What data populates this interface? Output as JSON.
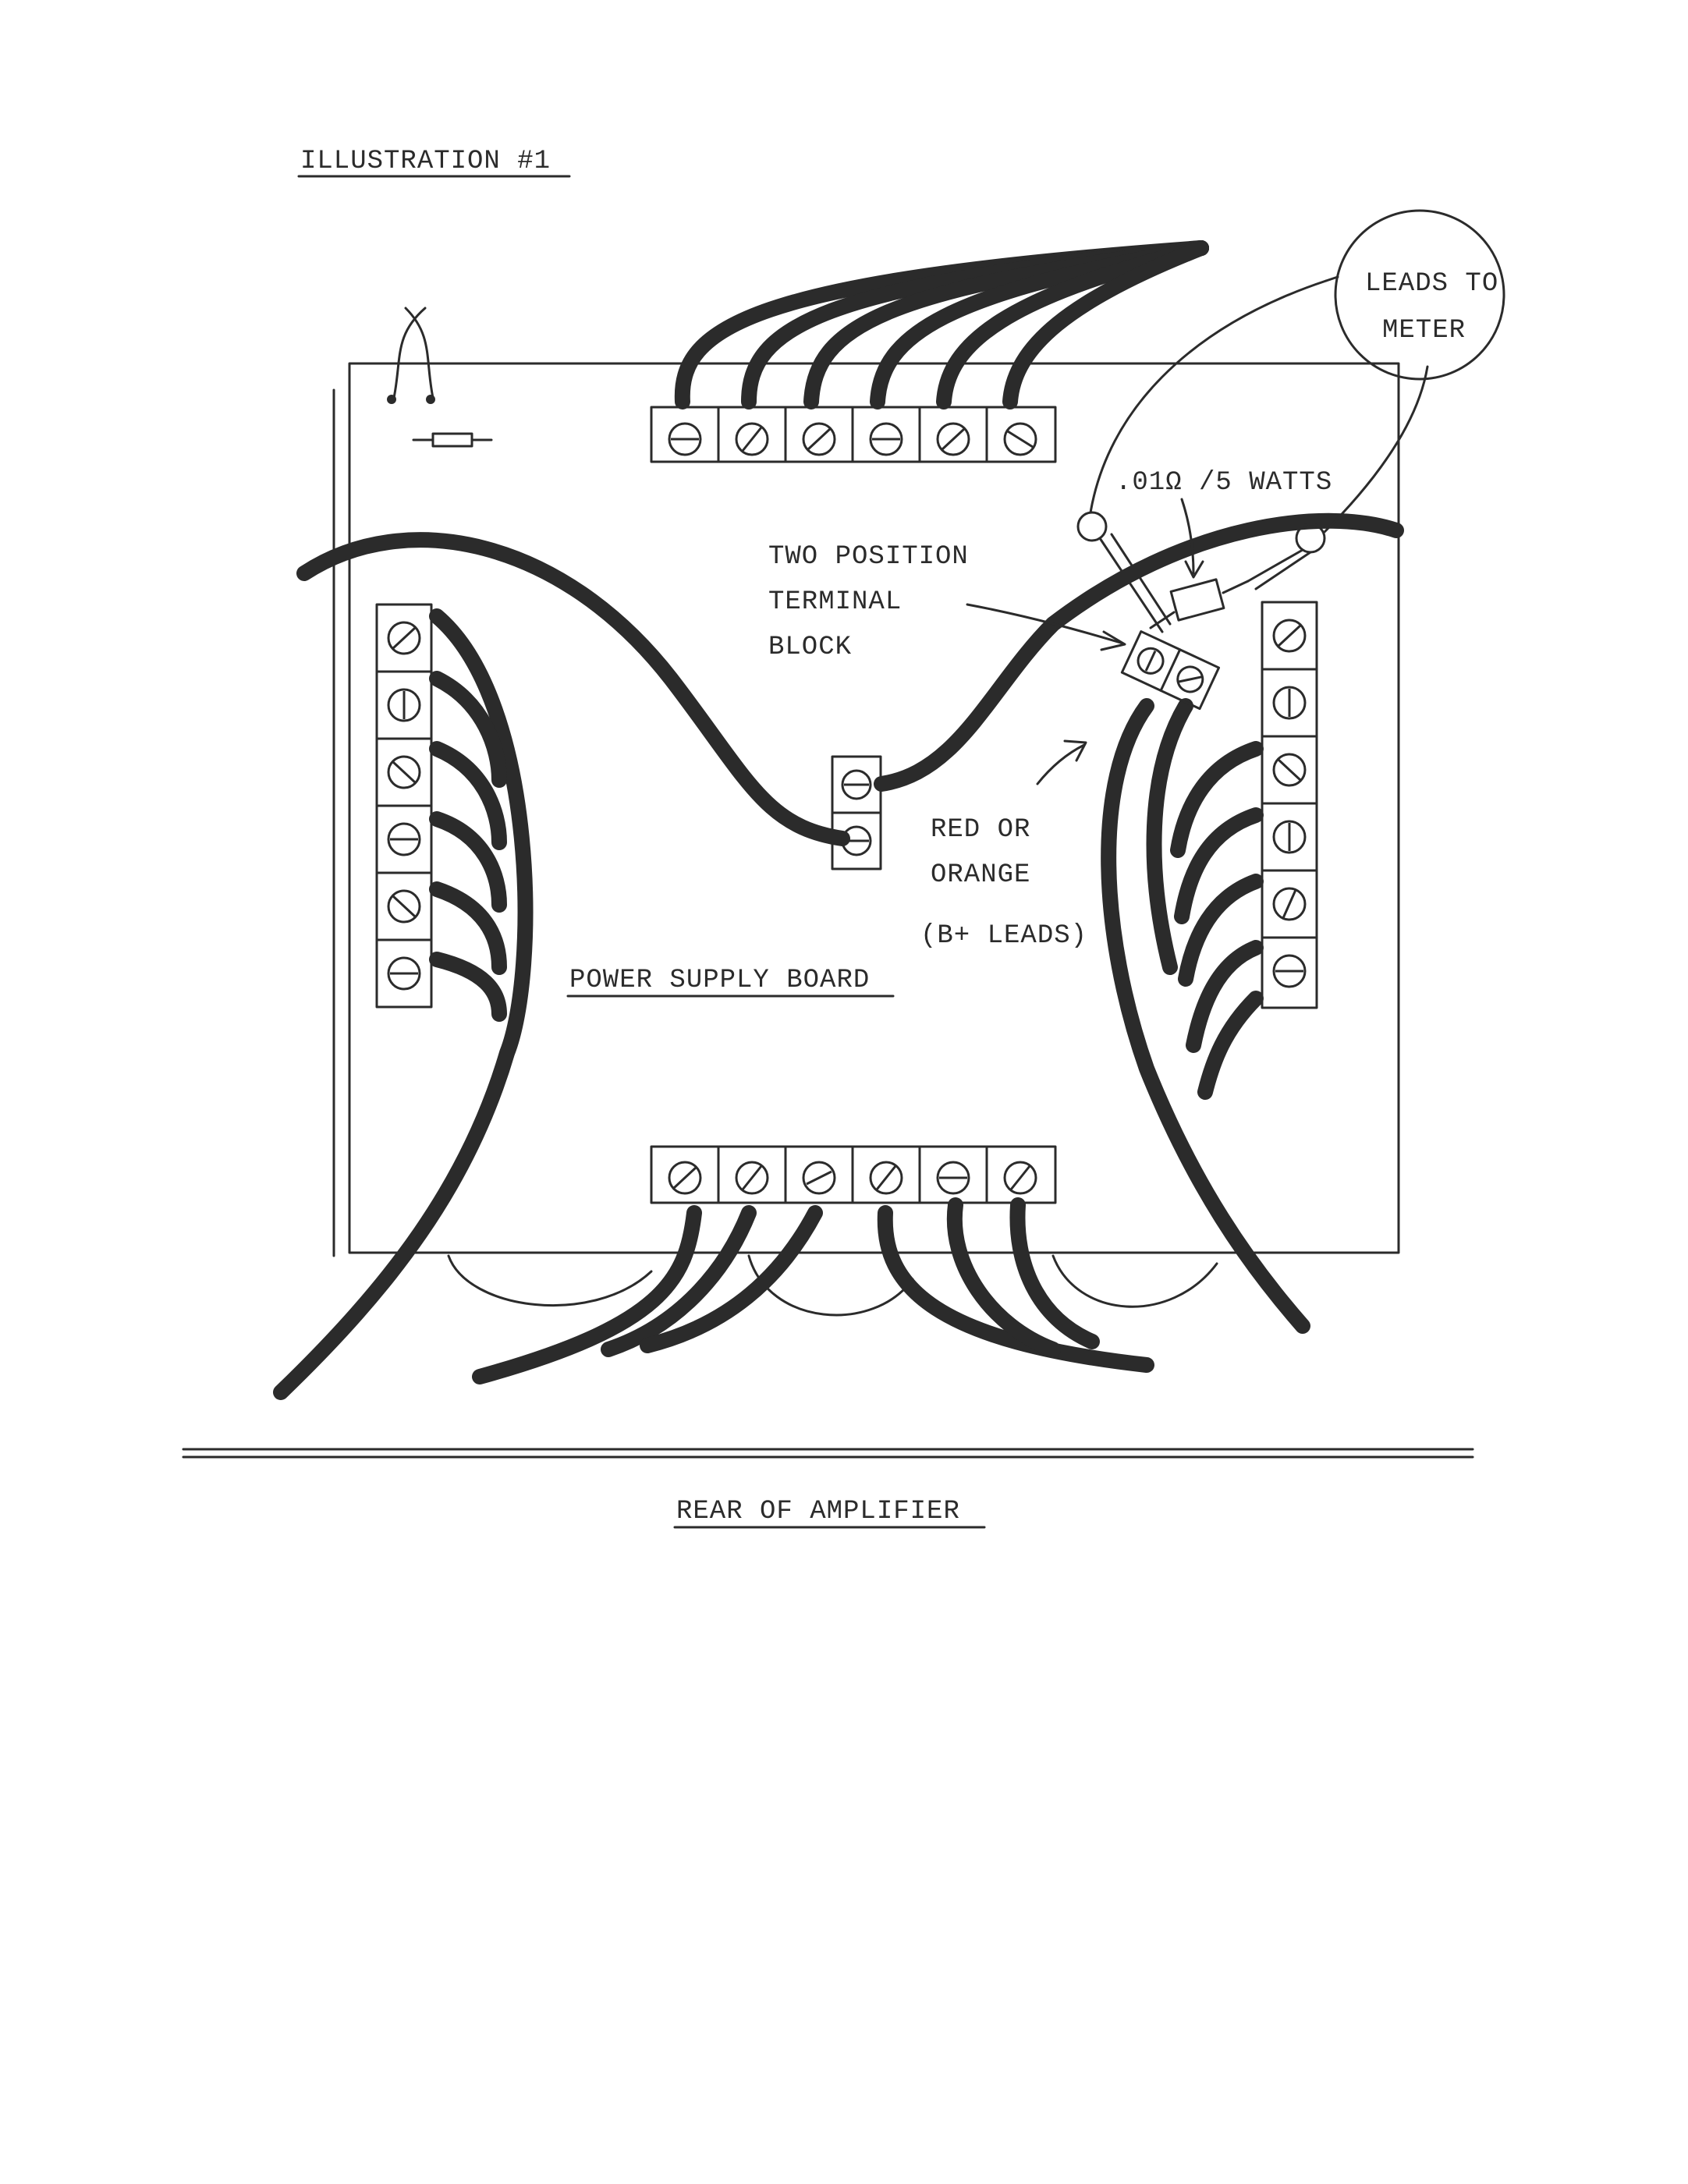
{
  "illustration_title": "ILLUSTRATION #1",
  "labels": {
    "leads_to_meter_line1": "LEADS TO",
    "leads_to_meter_line2": "METER",
    "resistor_value": ".01Ω /5 WATTS",
    "terminal_block_line1": "TWO POSITION",
    "terminal_block_line2": "TERMINAL",
    "terminal_block_line3": "BLOCK",
    "wire_note_line1": "RED OR",
    "wire_note_line2": "ORANGE",
    "wire_note_line3": "(B+ LEADS)",
    "board_name": "POWER SUPPLY BOARD",
    "footer": "REAR OF AMPLIFIER"
  },
  "terminal_strips": {
    "top": {
      "terminals": 6
    },
    "bottom": {
      "terminals": 6
    },
    "left": {
      "terminals": 6
    },
    "right": {
      "terminals": 6
    },
    "center": {
      "terminals": 2
    },
    "two_position_block": {
      "terminals": 2
    }
  }
}
